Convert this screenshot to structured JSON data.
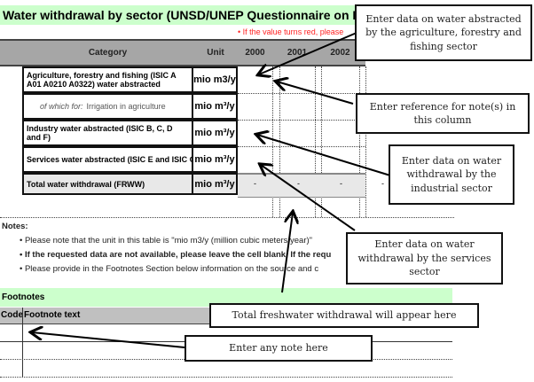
{
  "title": "Water withdrawal by sector (UNSD/UNEP Questionnaire on En",
  "red_note": "• If the value turns red, please",
  "header": {
    "category": "Category",
    "unit": "Unit",
    "years": [
      "2000",
      "2001",
      "2002"
    ]
  },
  "rows": [
    {
      "category": "Agriculture, forestry and fishing (ISIC A A01 A0210 A0322) water abstracted",
      "unit": "mio m3/y"
    },
    {
      "prefix": "of which for:",
      "category": "Irrigation in agriculture",
      "unit": "mio m³/y"
    },
    {
      "category": "Industry water abstracted (ISIC B, C, D and F)",
      "unit": "mio m³/y"
    },
    {
      "category": "Services water abstracted (ISIC E and ISIC G-T",
      "unit": "mio m³/y"
    },
    {
      "category": "Total water withdrawal (FRWW)",
      "unit": "mio m³/y",
      "values": [
        "-",
        "-",
        "-",
        "-"
      ]
    }
  ],
  "notes": {
    "heading": "Notes:",
    "items": [
      "• Please note that the unit in this table is \"mio m3/y (million cubic meters/year)\"",
      "• If the requested data are not available, please leave the cell blank. If the requ",
      "• Please provide in the Footnotes Section below information on the source and c"
    ]
  },
  "footnotes": {
    "heading": "Footnotes",
    "code": "Code",
    "text": "Footnote text"
  },
  "callouts": {
    "agriculture": "Enter data on water abstracted by the agriculture, forestry and fishing sector",
    "reference": "Enter reference for note(s) in this column",
    "industrial": "Enter data on water withdrawal by the industrial sector",
    "services": "Enter data on water withdrawal by the services sector",
    "total": "Total freshwater withdrawal will appear here",
    "note": "Enter any note here"
  }
}
